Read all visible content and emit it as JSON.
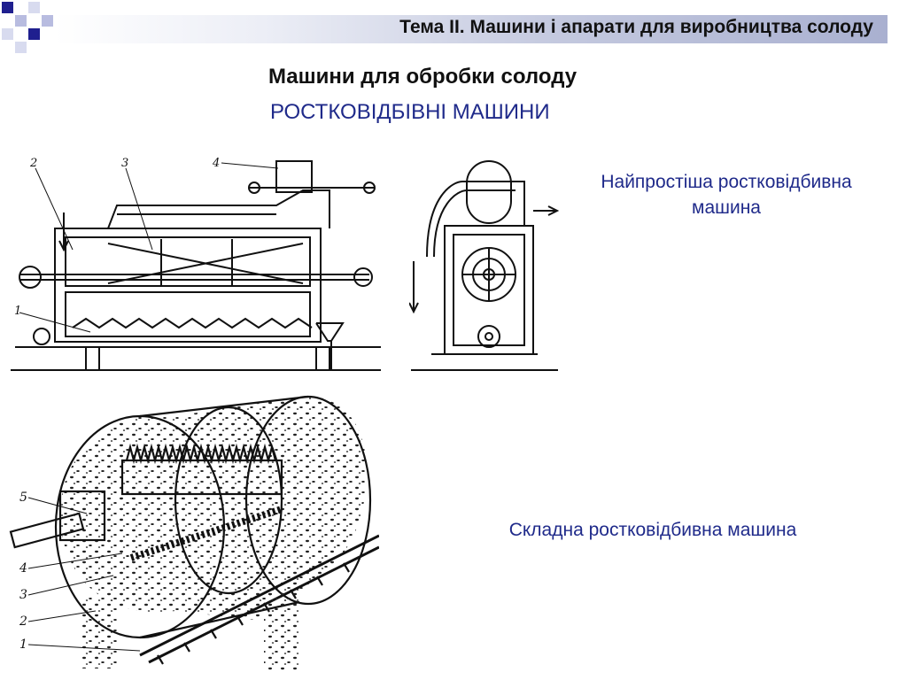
{
  "header": {
    "title": "Тема ІІ. Машини і апарати для виробництва солоду"
  },
  "slide": {
    "title": "Машини для обробки солоду",
    "subtitle": "РОСТКОВІДБІВНІ МАШИНИ"
  },
  "captions": {
    "simple_machine": "Найпростіша ростковідбивна машина",
    "complex_machine": "Складна ростковідбивна машина"
  },
  "figures": {
    "side_view_labels": [
      "1",
      "2",
      "3",
      "4"
    ],
    "drum_labels": [
      "1",
      "2",
      "3",
      "4",
      "5"
    ]
  },
  "colors": {
    "header_accent": "#1f2a8a",
    "text": "#111111"
  }
}
